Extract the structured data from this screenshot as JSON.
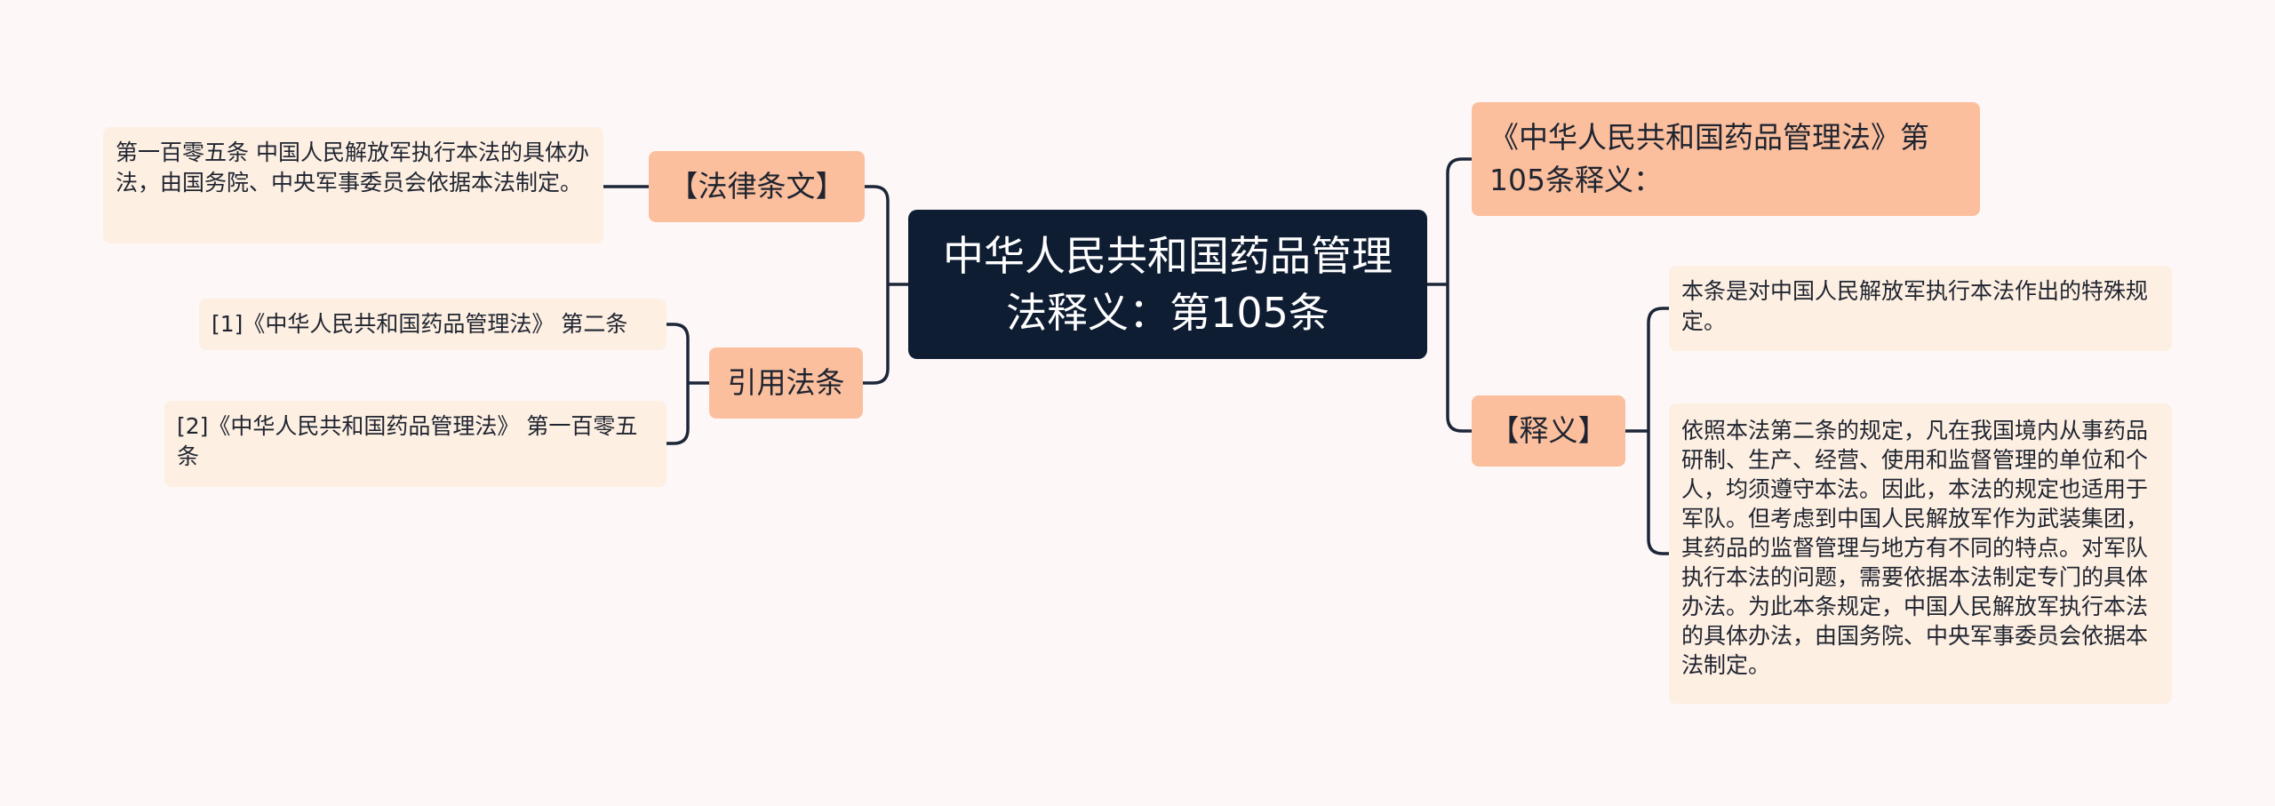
{
  "root": {
    "title": "中华人民共和国药品管理法释义：第105条"
  },
  "left": {
    "law_article": {
      "label": "【法律条文】",
      "text": "第一百零五条 中国人民解放军执行本法的具体办法，由国务院、中央军事委员会依据本法制定。"
    },
    "citations": {
      "label": "引用法条",
      "items": [
        "[1]《中华人民共和国药品管理法》 第二条",
        "[2]《中华人民共和国药品管理法》 第一百零五条"
      ]
    }
  },
  "right": {
    "title_node": {
      "label": "《中华人民共和国药品管理法》第105条释义："
    },
    "interpretation": {
      "label": "【释义】",
      "items": [
        "本条是对中国人民解放军执行本法作出的特殊规定。",
        "依照本法第二条的规定，凡在我国境内从事药品研制、生产、经营、使用和监督管理的单位和个人，均须遵守本法。因此，本法的规定也适用于军队。但考虑到中国人民解放军作为武装集团，其药品的监督管理与地方有不同的特点。对军队执行本法的问题，需要依据本法制定专门的具体办法。为此本条规定，中国人民解放军执行本法的具体办法，由国务院、中央军事委员会依据本法制定。"
      ]
    }
  },
  "colors": {
    "background": "#fdf8f7",
    "root_fill": "#0f1d33",
    "category_fill": "#fbbf9d",
    "leaf_fill": "#fdefe2",
    "connector": "#1c2638"
  }
}
